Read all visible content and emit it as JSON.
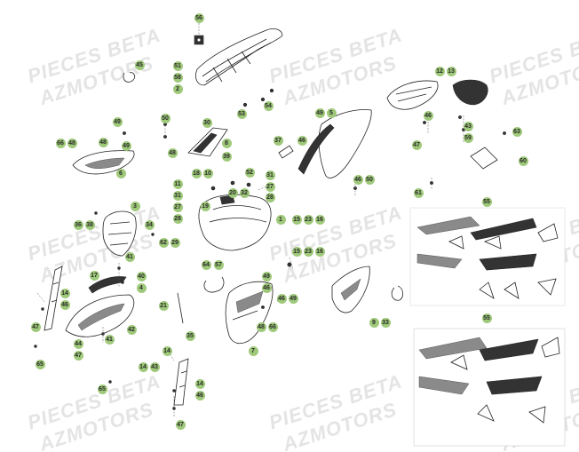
{
  "watermark": {
    "line1": "PIECES BETA",
    "line2": "AZMOTORS"
  },
  "callouts": [
    {
      "id": "c56a",
      "label": "56"
    },
    {
      "id": "c45a",
      "label": "45"
    },
    {
      "id": "c51",
      "label": "51"
    },
    {
      "id": "c58",
      "label": "58"
    },
    {
      "id": "c2",
      "label": "2"
    },
    {
      "id": "c12",
      "label": "12"
    },
    {
      "id": "c13",
      "label": "13"
    },
    {
      "id": "c49a",
      "label": "49"
    },
    {
      "id": "c5a",
      "label": "5"
    },
    {
      "id": "c53",
      "label": "53"
    },
    {
      "id": "c54",
      "label": "54"
    },
    {
      "id": "c50a",
      "label": "50"
    },
    {
      "id": "c30",
      "label": "30"
    },
    {
      "id": "c49b",
      "label": "49"
    },
    {
      "id": "c46a",
      "label": "46"
    },
    {
      "id": "c43",
      "label": "43"
    },
    {
      "id": "c59",
      "label": "59"
    },
    {
      "id": "c63",
      "label": "63"
    },
    {
      "id": "c66a",
      "label": "66"
    },
    {
      "id": "c48a",
      "label": "48"
    },
    {
      "id": "c48b",
      "label": "48"
    },
    {
      "id": "c49c",
      "label": "49"
    },
    {
      "id": "c8a",
      "label": "8"
    },
    {
      "id": "c37",
      "label": "37"
    },
    {
      "id": "c46b",
      "label": "46"
    },
    {
      "id": "c47a",
      "label": "47"
    },
    {
      "id": "c6",
      "label": "6"
    },
    {
      "id": "c48c",
      "label": "48"
    },
    {
      "id": "c39",
      "label": "39"
    },
    {
      "id": "c60",
      "label": "60"
    },
    {
      "id": "c18",
      "label": "18"
    },
    {
      "id": "c10",
      "label": "10"
    },
    {
      "id": "c52",
      "label": "52"
    },
    {
      "id": "c31a",
      "label": "31"
    },
    {
      "id": "c46c",
      "label": "46"
    },
    {
      "id": "c50b",
      "label": "50"
    },
    {
      "id": "c11",
      "label": "11"
    },
    {
      "id": "c27a",
      "label": "27"
    },
    {
      "id": "c61",
      "label": "61"
    },
    {
      "id": "c31b",
      "label": "31"
    },
    {
      "id": "c20",
      "label": "20"
    },
    {
      "id": "c32",
      "label": "32"
    },
    {
      "id": "c28a",
      "label": "28"
    },
    {
      "id": "c55a",
      "label": "55"
    },
    {
      "id": "c3",
      "label": "3"
    },
    {
      "id": "c27b",
      "label": "27"
    },
    {
      "id": "c19",
      "label": "19"
    },
    {
      "id": "c36",
      "label": "36"
    },
    {
      "id": "c38",
      "label": "38"
    },
    {
      "id": "c28b",
      "label": "28"
    },
    {
      "id": "c1",
      "label": "1"
    },
    {
      "id": "c15a",
      "label": "15"
    },
    {
      "id": "c23a",
      "label": "23"
    },
    {
      "id": "c16a",
      "label": "16"
    },
    {
      "id": "c34",
      "label": "34"
    },
    {
      "id": "c62",
      "label": "62"
    },
    {
      "id": "c29",
      "label": "29"
    },
    {
      "id": "c15b",
      "label": "15"
    },
    {
      "id": "c23b",
      "label": "23"
    },
    {
      "id": "c16b",
      "label": "16"
    },
    {
      "id": "c41a",
      "label": "41"
    },
    {
      "id": "c64",
      "label": "64"
    },
    {
      "id": "c57",
      "label": "57"
    },
    {
      "id": "c17",
      "label": "17"
    },
    {
      "id": "c40",
      "label": "40"
    },
    {
      "id": "c4",
      "label": "4"
    },
    {
      "id": "c49d",
      "label": "49"
    },
    {
      "id": "c46d",
      "label": "46"
    },
    {
      "id": "c14a",
      "label": "14"
    },
    {
      "id": "c46e",
      "label": "46"
    },
    {
      "id": "c21",
      "label": "21"
    },
    {
      "id": "c46f",
      "label": "46"
    },
    {
      "id": "c49e",
      "label": "49"
    },
    {
      "id": "c9",
      "label": "9"
    },
    {
      "id": "c33",
      "label": "33"
    },
    {
      "id": "c47b",
      "label": "47"
    },
    {
      "id": "c42",
      "label": "42"
    },
    {
      "id": "c35",
      "label": "35"
    },
    {
      "id": "c48d",
      "label": "48"
    },
    {
      "id": "c66b",
      "label": "66"
    },
    {
      "id": "c55b",
      "label": "55"
    },
    {
      "id": "c44",
      "label": "44"
    },
    {
      "id": "c41b",
      "label": "41"
    },
    {
      "id": "c47c",
      "label": "47"
    },
    {
      "id": "c14b",
      "label": "14"
    },
    {
      "id": "c7",
      "label": "7"
    },
    {
      "id": "c65a",
      "label": "65"
    },
    {
      "id": "c14c",
      "label": "14"
    },
    {
      "id": "c43b",
      "label": "43"
    },
    {
      "id": "c14d",
      "label": "14"
    },
    {
      "id": "c46g",
      "label": "46"
    },
    {
      "id": "c65b",
      "label": "65"
    },
    {
      "id": "c47d",
      "label": "47"
    }
  ]
}
